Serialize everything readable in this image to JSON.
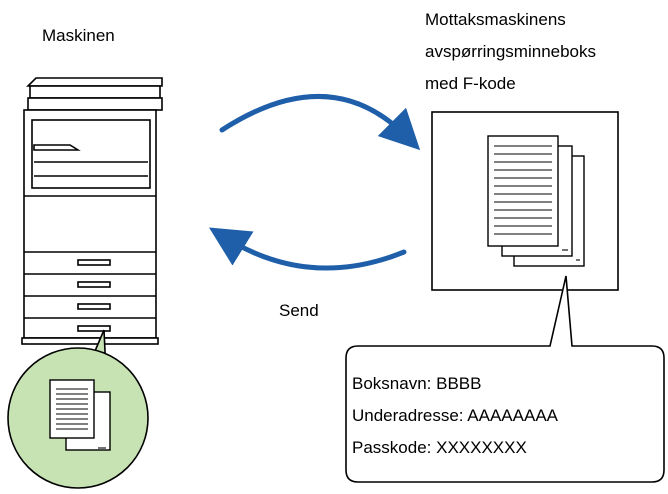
{
  "machine_label": "Maskinen",
  "receiver_label": {
    "line1": "Mottaksmaskinens",
    "line2": "avspørringsminneboks",
    "line3": "med F-kode"
  },
  "send_label": "Send",
  "info_box": {
    "box_name": "Boksnavn: BBBB",
    "sub_address": "Underadresse: AAAAAAAA",
    "passcode": "Passkode: XXXXXXXX"
  },
  "colors": {
    "arrow": "#1f5faa",
    "circle_fill": "#c7e3b4",
    "line": "#000000"
  },
  "icons": [
    "copier-machine-icon",
    "document-stack-icon",
    "curved-arrow-icon"
  ]
}
